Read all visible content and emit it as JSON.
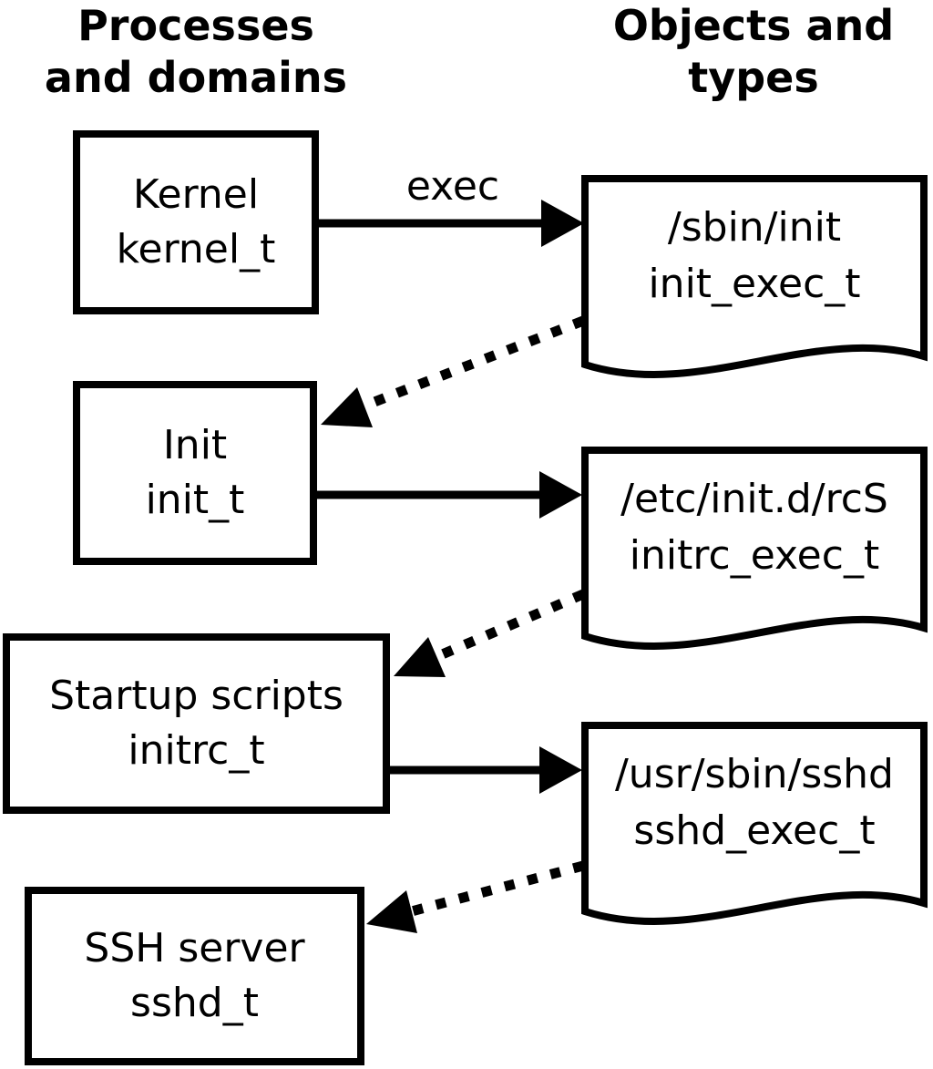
{
  "titles": {
    "left_line1": "Processes",
    "left_line2": "and domains",
    "right_line1": "Objects and",
    "right_line2": "types"
  },
  "arrow_labels": {
    "exec": "exec"
  },
  "processes": [
    {
      "label": "Kernel",
      "domain": "kernel_t"
    },
    {
      "label": "Init",
      "domain": "init_t"
    },
    {
      "label": "Startup scripts",
      "domain": "initrc_t"
    },
    {
      "label": "SSH server",
      "domain": "sshd_t"
    }
  ],
  "objects": [
    {
      "path": "/sbin/init",
      "type": "init_exec_t"
    },
    {
      "path": "/etc/init.d/rcS",
      "type": "initrc_exec_t"
    },
    {
      "path": "/usr/sbin/sshd",
      "type": "sshd_exec_t"
    }
  ],
  "colors": {
    "line": "#000000",
    "background": "#ffffff",
    "text": "#000000"
  }
}
